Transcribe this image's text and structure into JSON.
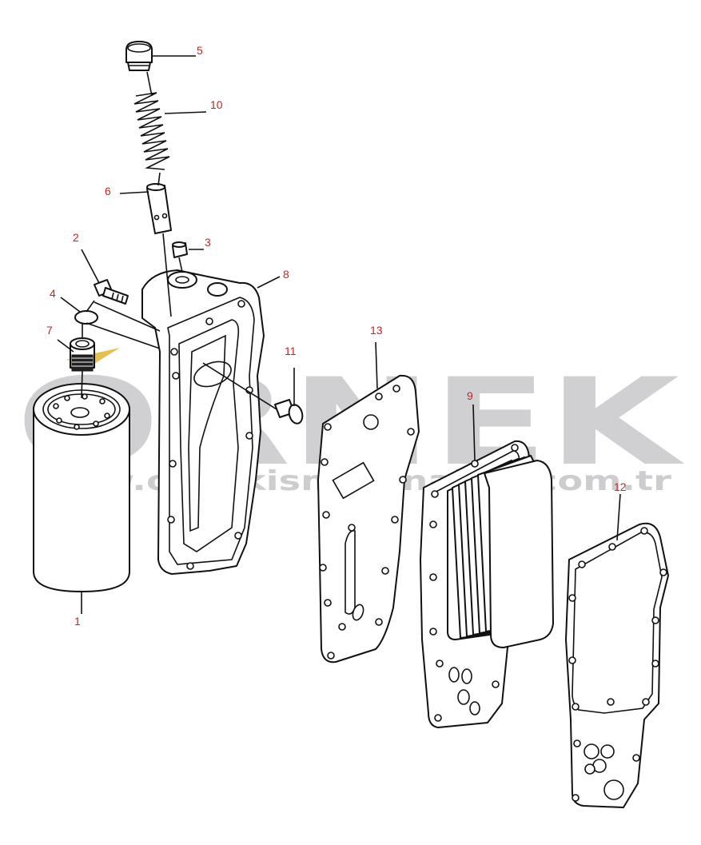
{
  "watermark": {
    "brand": "ORNEK",
    "url": "www.ornekismakinalari.com.tr"
  },
  "callouts": [
    {
      "id": "c1",
      "label": "1"
    },
    {
      "id": "c2",
      "label": "2"
    },
    {
      "id": "c3",
      "label": "3"
    },
    {
      "id": "c4",
      "label": "4"
    },
    {
      "id": "c5",
      "label": "5"
    },
    {
      "id": "c6",
      "label": "6"
    },
    {
      "id": "c7",
      "label": "7"
    },
    {
      "id": "c8",
      "label": "8"
    },
    {
      "id": "c9",
      "label": "9"
    },
    {
      "id": "c10",
      "label": "10"
    },
    {
      "id": "c11",
      "label": "11"
    },
    {
      "id": "c12",
      "label": "12"
    },
    {
      "id": "c13",
      "label": "13"
    }
  ],
  "colors": {
    "callout_text": "#cc2222",
    "linework": "#111111",
    "watermark": "#c8c8cc",
    "watermark_accent": "#e3b93a"
  }
}
